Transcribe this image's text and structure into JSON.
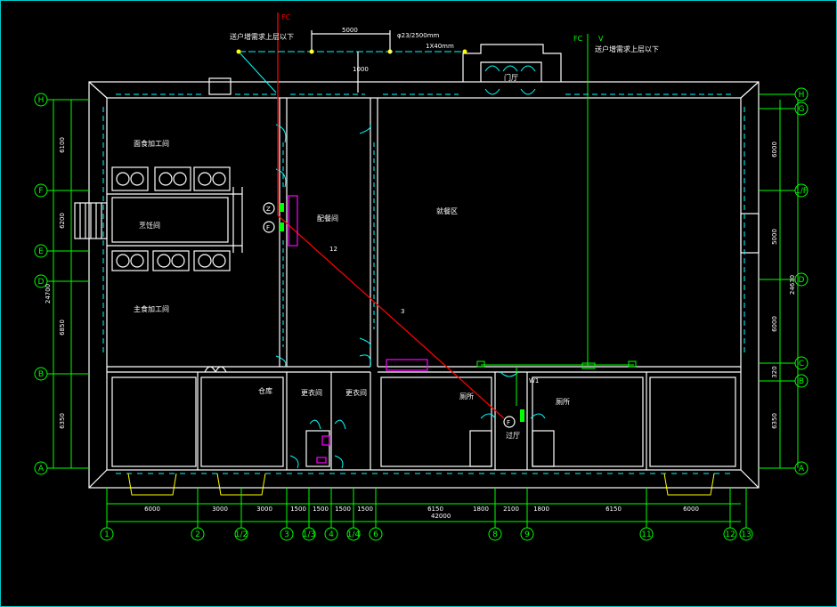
{
  "labels": {
    "fc_left": "FC",
    "fc_right": "FC",
    "v_mark": "V",
    "note_left": "送户增需求上层以下",
    "note_right": "送户增需求上层以下",
    "pipe_size": "φ23/2500mm",
    "pipe_size2": "1X40mm",
    "dim_top_5000": "5000",
    "dim_top_1000": "1000",
    "room_noodle": "面食加工间",
    "room_cooking": "烹饪间",
    "room_staple": "主食加工间",
    "room_prep": "配餐间",
    "room_dining": "就餐区",
    "room_entry": "门厅",
    "room_storage": "仓库",
    "room_change1": "更衣间",
    "room_change2": "更衣间",
    "room_toilet1": "厕所",
    "room_toilet2": "厕所",
    "room_corridor": "过厅",
    "gas_meter_a": "Z",
    "gas_meter_b": "F",
    "gas_meter_c": "F",
    "pipe_mark_1": "12",
    "pipe_mark_2": "3",
    "w1": "W1"
  },
  "axes_left": [
    "H",
    "F",
    "E",
    "D",
    "B",
    "A"
  ],
  "axes_right": [
    "H",
    "G",
    "1/F",
    "D",
    "C",
    "B",
    "A"
  ],
  "axes_bottom": [
    "1",
    "2",
    "1/2",
    "3",
    "1/3",
    "4",
    "1/4",
    "6",
    "8",
    "9",
    "11",
    "12",
    "13"
  ],
  "dims_left": [
    "6100",
    "6200",
    "24700",
    "6850",
    "6350"
  ],
  "dims_right": [
    "6000",
    "5000",
    "24630",
    "6000",
    "320",
    "6350"
  ],
  "dims_bottom": [
    "6000",
    "3000",
    "3000",
    "1500",
    "1500",
    "1500",
    "1500",
    "6150",
    "1800",
    "2100",
    "1800",
    "6150",
    "6000"
  ],
  "dim_total": "42000"
}
